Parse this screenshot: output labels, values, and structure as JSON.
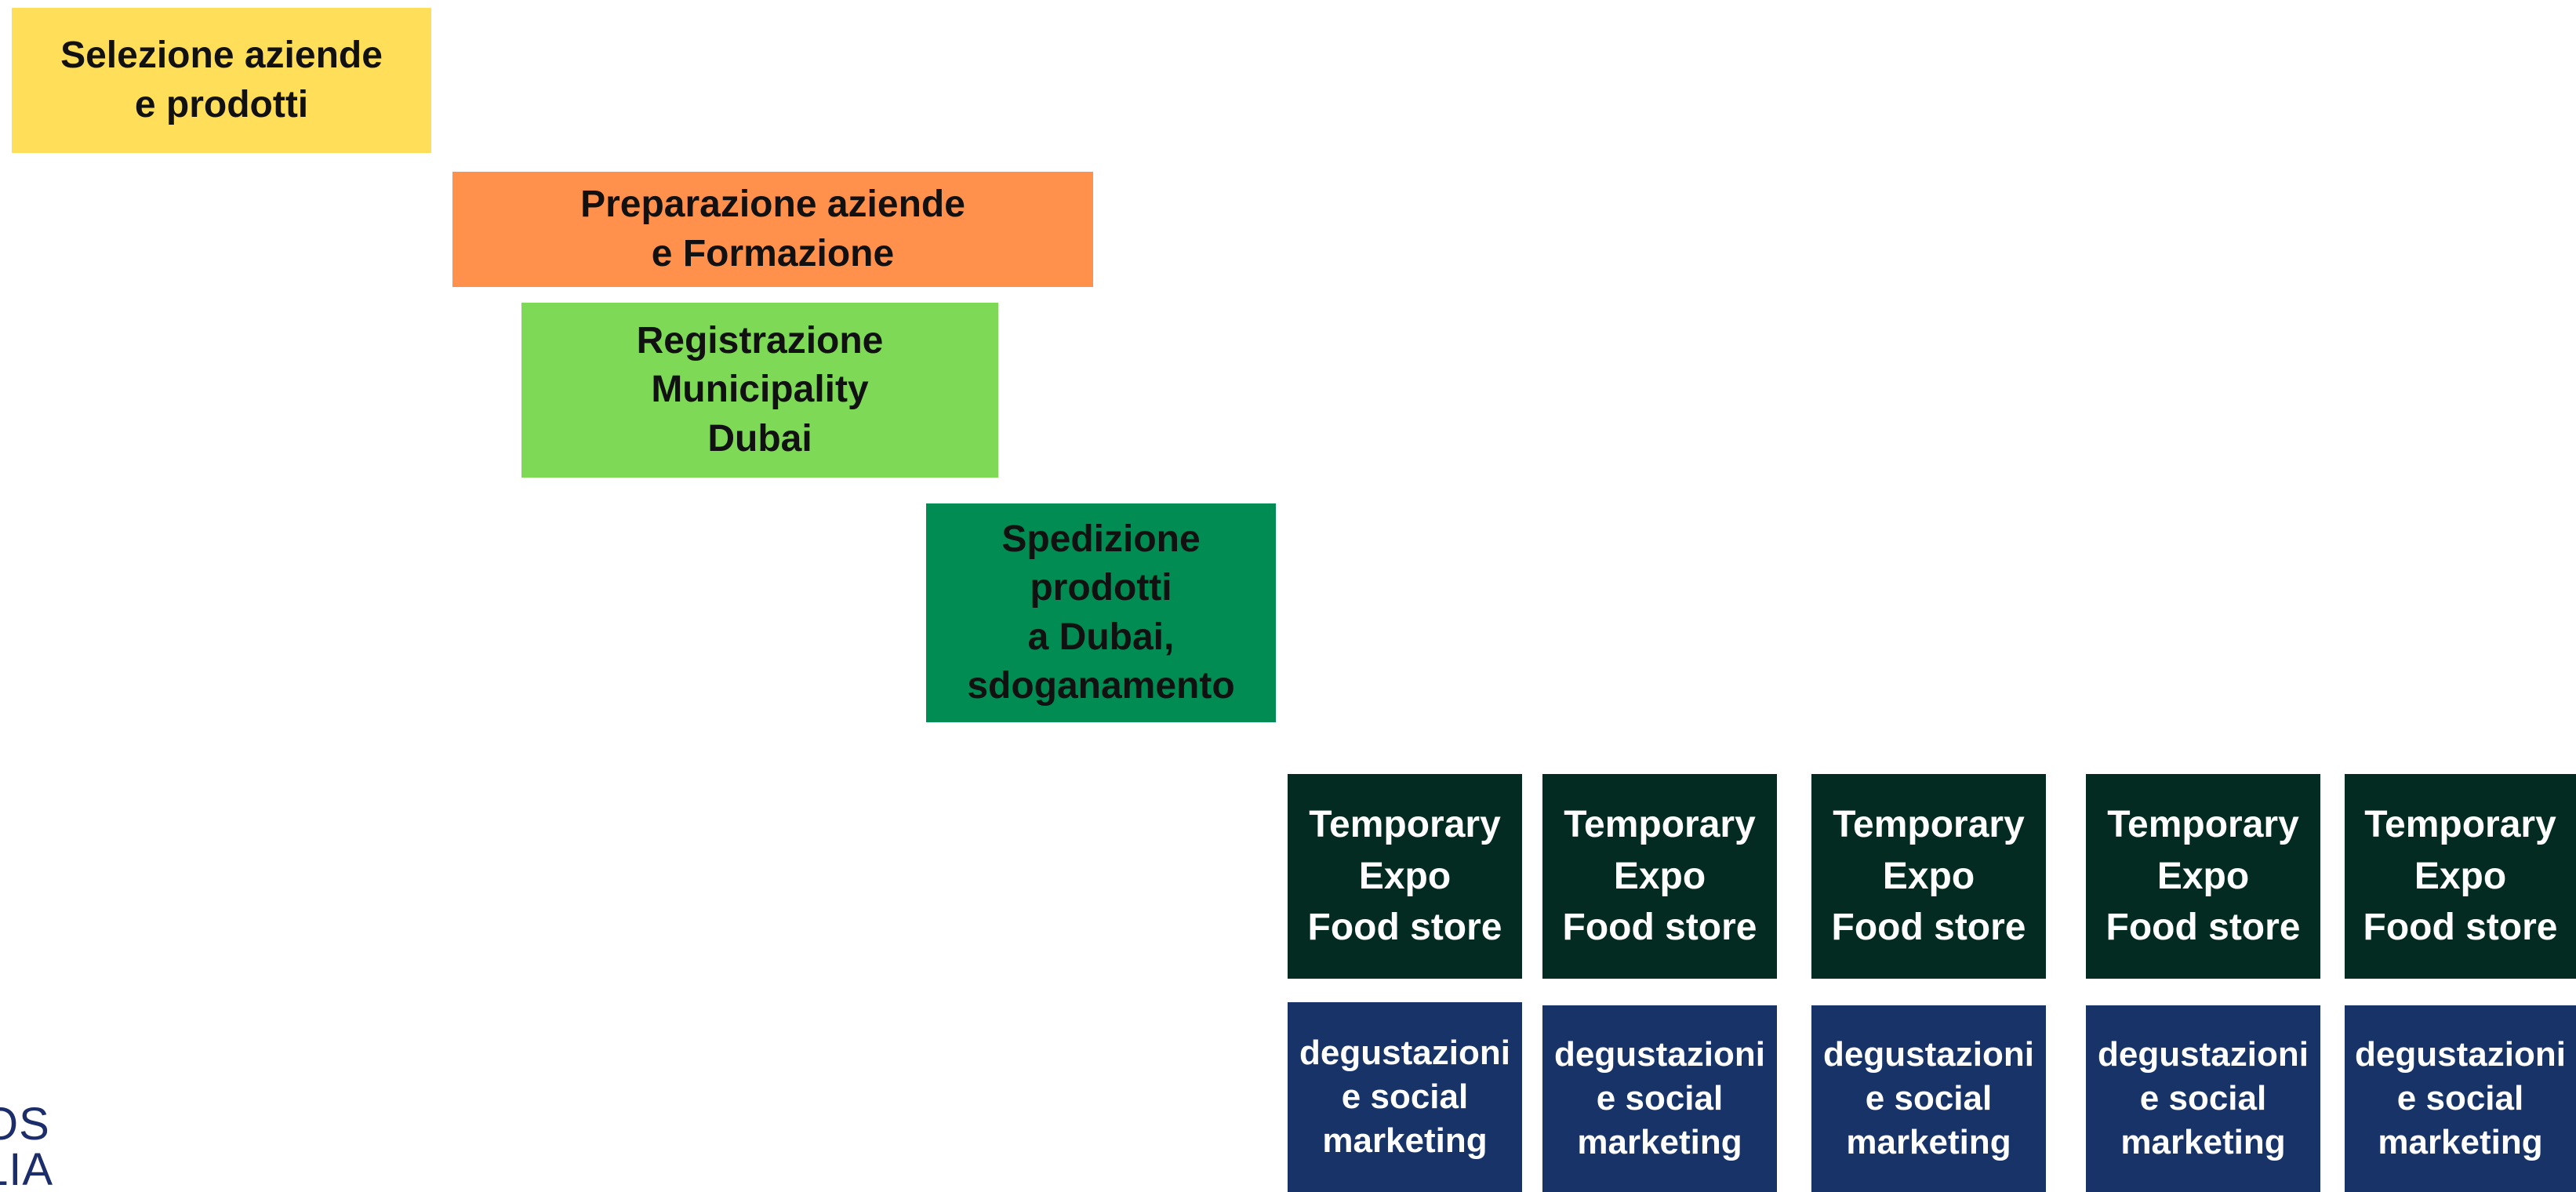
{
  "phases": [
    {
      "label": "Selezione aziende\ne prodotti",
      "color": "#ffde59"
    },
    {
      "label": "Preparazione aziende\ne Formazione",
      "color": "#ff914d"
    },
    {
      "label": "Registrazione\nMunicipality\nDubai",
      "color": "#7ed957"
    },
    {
      "label": "Spedizione\nprodotti\na Dubai,\nsdoganamento",
      "color": "#008c52"
    }
  ],
  "stores": [
    {
      "label": "Temporary\nExpo\nFood store"
    },
    {
      "label": "Temporary\nExpo\nFood store"
    },
    {
      "label": "Temporary\nExpo\nFood store"
    },
    {
      "label": "Temporary\nExpo\nFood store"
    },
    {
      "label": "Temporary\nExpo\nFood store"
    }
  ],
  "tastings": [
    {
      "label": "degustazioni\ne social\nmarketing"
    },
    {
      "label": "degustazioni\ne social\nmarketing"
    },
    {
      "label": "degustazioni\ne social\nmarketing"
    },
    {
      "label": "degustazioni\ne social\nmarketing"
    },
    {
      "label": "degustazioni\ne social\nmarketing"
    }
  ],
  "colors": {
    "store": "#032b21",
    "tasting": "#173367",
    "logo_text": "#1c2d6b"
  },
  "logo": {
    "text": "OS\nLIA"
  }
}
